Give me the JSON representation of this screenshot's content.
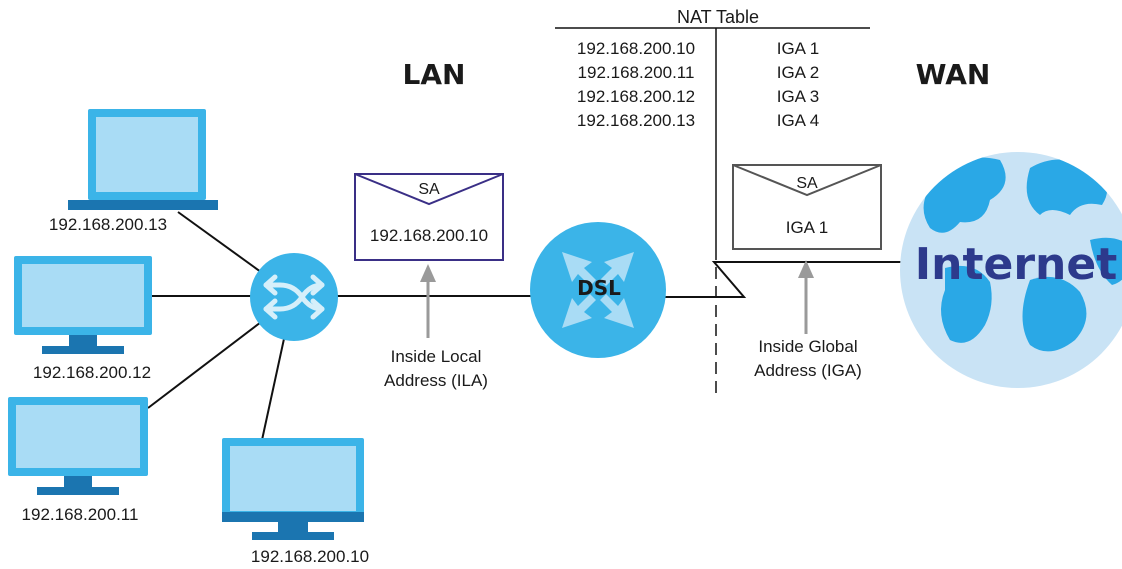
{
  "zones": {
    "lan_label": "LAN",
    "wan_label": "WAN"
  },
  "nat_table": {
    "title": "NAT Table",
    "rows": [
      {
        "inside_local": "192.168.200.10",
        "inside_global": "IGA 1"
      },
      {
        "inside_local": "192.168.200.11",
        "inside_global": "IGA 2"
      },
      {
        "inside_local": "192.168.200.12",
        "inside_global": "IGA 3"
      },
      {
        "inside_local": "192.168.200.13",
        "inside_global": "IGA 4"
      }
    ]
  },
  "hosts": {
    "laptop_label": "192.168.200.13",
    "monitor_a_label": "192.168.200.12",
    "monitor_b_label": "192.168.200.11",
    "monitor_c_label": "192.168.200.10"
  },
  "packet_lan": {
    "flap_label": "SA",
    "address": "192.168.200.10",
    "caption_line1": "Inside Local",
    "caption_line2": "Address (ILA)"
  },
  "packet_wan": {
    "flap_label": "SA",
    "address": "IGA 1",
    "caption_line1": "Inside Global",
    "caption_line2": "Address (IGA)"
  },
  "router": {
    "label": "DSL"
  },
  "internet": {
    "label": "Internet"
  },
  "colors": {
    "device_blue": "#3bb4e8",
    "device_screen": "#a9dcf5",
    "device_dark": "#1b75b0",
    "globe_ocean": "#c9e3f5",
    "globe_land": "#2aa8e6",
    "internet_text": "#2d3a8c",
    "packet_lan_border": "#3a2f86",
    "packet_wan_border": "#555555",
    "arrow_gray": "#9a9a9a"
  }
}
